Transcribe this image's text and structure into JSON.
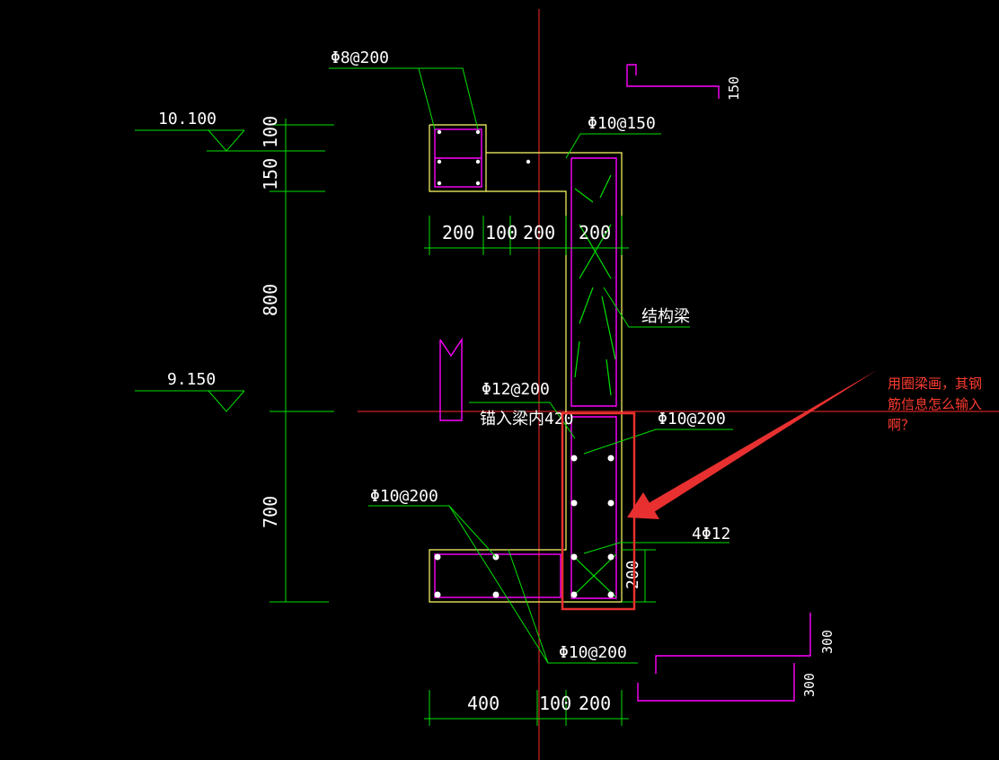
{
  "colors": {
    "background": "#000000",
    "dimension": "#00e000",
    "rebar": "#ff00ff",
    "outline": "#ffff66",
    "axis": "#ff2a2a",
    "text": "#ffffff",
    "highlight": "#e83030"
  },
  "labels": {
    "rebar_top_slab": "Φ8@200",
    "rebar_upper_stirrup": "Φ10@150",
    "structural_beam": "结构梁",
    "rebar_anchor": "Φ12@200",
    "anchor_note": "锚入梁内420",
    "rebar_lower_stirrup": "Φ10@200",
    "rebar_bottom_slab": "Φ10@200",
    "rebar_bottom_slab_lower": "Φ10@200",
    "main_bars": "4Φ12"
  },
  "elevations": {
    "top": "10.100",
    "mid": "9.150"
  },
  "dimensions": {
    "v_100": "100",
    "v_150": "150",
    "v_800": "800",
    "v_700": "700",
    "v_200": "200",
    "v_150_top": "150",
    "v_300_a": "300",
    "v_300_b": "300",
    "top_200_a": "200",
    "top_100": "100",
    "top_200_b": "200",
    "top_200_c": "200",
    "bot_400": "400",
    "bot_100": "100",
    "bot_200": "200"
  },
  "annotation": {
    "line1": "用圈梁画，其钢",
    "line2": "筋信息怎么输入",
    "line3": "啊？"
  }
}
